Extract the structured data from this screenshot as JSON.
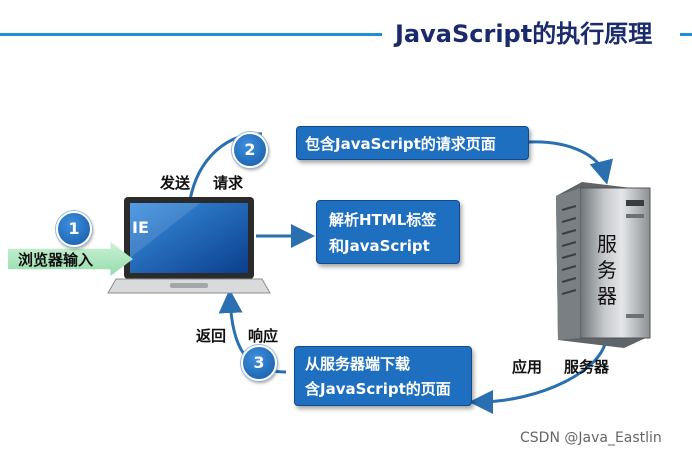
{
  "title": "JavaScript的执行原理",
  "browser_input_label": "浏览器输入",
  "laptop_screen_text": "IE",
  "steps": [
    {
      "number": "1"
    },
    {
      "number": "2",
      "labels": [
        "发送",
        "请求"
      ],
      "box_text": [
        "包含JavaScript的请求页面"
      ]
    },
    {
      "number": "3",
      "labels": [
        "返回",
        "响应"
      ],
      "box_text": [
        "从服务器端下载",
        "含JavaScript的页面"
      ]
    }
  ],
  "parse_box_text": [
    "解析HTML标签",
    "和JavaScript"
  ],
  "server": {
    "vertical_label": [
      "服",
      "务",
      "器"
    ],
    "caption": [
      "应用",
      "服务器"
    ]
  },
  "watermark": "CSDN @Java_Eastlin",
  "colors": {
    "accent": "#1e6fc0",
    "arrow": "#2a6fb0",
    "title_line": "#1e8fd6",
    "input_arrow": "#96dcab"
  }
}
